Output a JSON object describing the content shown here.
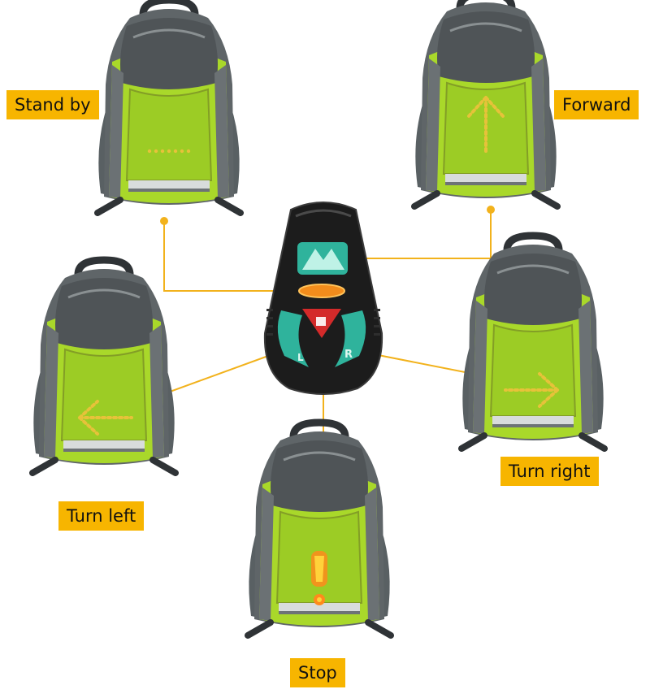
{
  "labels": {
    "stand_by": "Stand by",
    "forward": "Forward",
    "turn_left": "Turn left",
    "turn_right": "Turn right",
    "stop": "Stop"
  },
  "remote": {
    "left_button_letter": "L",
    "right_button_letter": "R"
  },
  "colors": {
    "label_bg": "#f7b500",
    "connector": "#f2b21c",
    "pack_green": "#a9d82a",
    "pack_grey": "#5d6366",
    "led_yellow": "#e7c23a",
    "led_orange": "#ff8a1c",
    "remote_body": "#1c1c1c",
    "remote_teal": "#2fb39c",
    "remote_red": "#d42a2a"
  },
  "icons": [
    "led-dots-icon",
    "arrow-up-icon",
    "arrow-left-icon",
    "arrow-right-icon",
    "exclamation-icon"
  ]
}
